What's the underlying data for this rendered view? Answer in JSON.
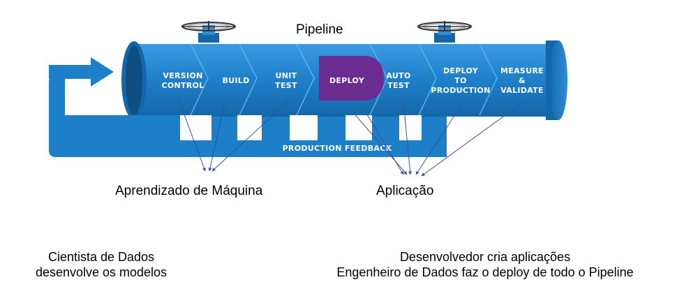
{
  "pipeline_title": "Pipeline",
  "stages": [
    {
      "lines": [
        "VERSION",
        "CONTROL"
      ]
    },
    {
      "lines": [
        "BUILD"
      ]
    },
    {
      "lines": [
        "UNIT",
        "TEST"
      ]
    },
    {
      "lines": [
        "DEPLOY"
      ]
    },
    {
      "lines": [
        "AUTO",
        "TEST"
      ]
    },
    {
      "lines": [
        "DEPLOY",
        "TO",
        "PRODUCTION"
      ]
    },
    {
      "lines": [
        "MEASURE",
        "&",
        "VALIDATE"
      ]
    }
  ],
  "feedback_label": "PRODUCTION FEEDBACK",
  "groups": {
    "ml": "Aprendizado de Máquina",
    "app": "Aplicação"
  },
  "notes": {
    "scientist": [
      "Cientista de Dados",
      "desenvolve os modelos"
    ],
    "developer": [
      "Desenvolvedor cria aplicações",
      "Engenheiro de Dados faz o deploy de todo o Pipeline"
    ]
  },
  "colors": {
    "pipe": "#1E7FC9",
    "pipe_dark": "#1467A8",
    "pipe_light": "#3A9BE0",
    "deploy": "#6A2C91",
    "valve": "#333333",
    "arrow": "#3B4FA0"
  }
}
